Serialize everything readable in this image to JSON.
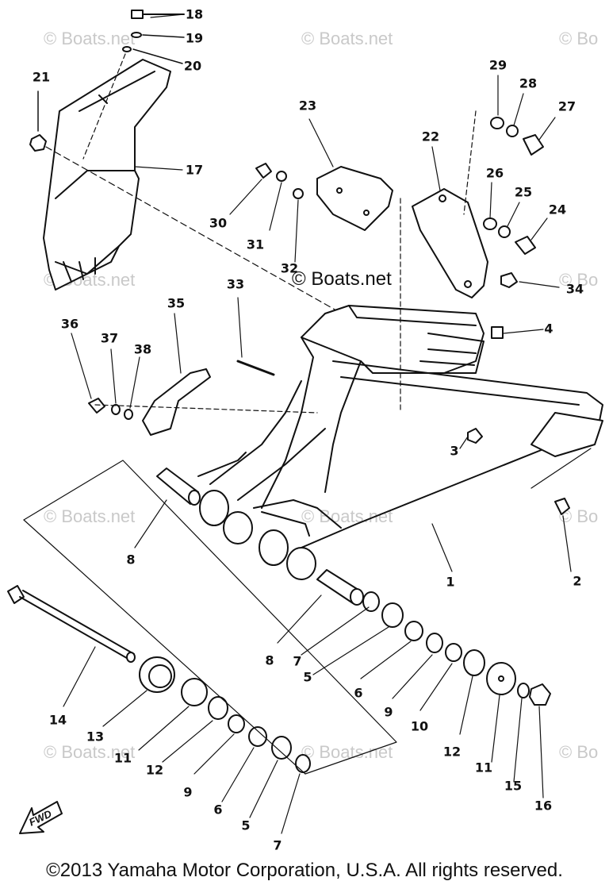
{
  "watermarks": {
    "text": "© Boats.net",
    "text_short": "© Bo",
    "center_text": "© Boats.net"
  },
  "callouts": {
    "c1": "1",
    "c2": "2",
    "c3": "3",
    "c4": "4",
    "c5a": "5",
    "c5b": "5",
    "c6a": "6",
    "c6b": "6",
    "c7a": "7",
    "c7b": "7",
    "c8a": "8",
    "c8b": "8",
    "c9a": "9",
    "c9b": "9",
    "c10": "10",
    "c11a": "11",
    "c11b": "11",
    "c12a": "12",
    "c12b": "12",
    "c13": "13",
    "c14": "14",
    "c15": "15",
    "c16": "16",
    "c17": "17",
    "c18": "18",
    "c19": "19",
    "c20": "20",
    "c21": "21",
    "c22": "22",
    "c23": "23",
    "c24": "24",
    "c25": "25",
    "c26": "26",
    "c27": "27",
    "c28": "28",
    "c29": "29",
    "c30": "30",
    "c31": "31",
    "c32": "32",
    "c33": "33",
    "c34": "34",
    "c35": "35",
    "c36": "36",
    "c37": "37",
    "c38": "38"
  },
  "fwd_label": "FWD",
  "copyright": "©2013 Yamaha Motor Corporation, U.S.A. All rights reserved."
}
